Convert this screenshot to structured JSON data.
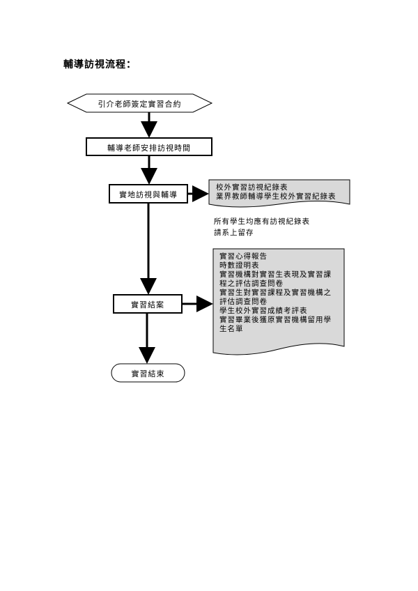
{
  "title": "輔導訪視流程：",
  "nodes": {
    "start": "引介老師簽定實習合約",
    "schedule": "輔導老師安排訪視時間",
    "visit": "實地訪視與輔導",
    "closeout": "實習結案",
    "end": "實習結束"
  },
  "doc_visit": [
    "校外實習訪視紀錄表",
    "業界教師輔導學生校外實習紀錄表"
  ],
  "note": [
    "所有學生均應有訪視紀錄表",
    "請系上留存"
  ],
  "doc_closeout": [
    "實習心得報告",
    "時數證明表",
    "實習機構對實習生表現及實習課",
    "程之評估調查問卷",
    "實習生對實習課程及實習機構之",
    "評估調查問卷",
    "學生校外實習成績考評表",
    "實習畢業後獲原實習機構留用學",
    "生名單"
  ],
  "colors": {
    "doc_fill": "#d9d9d9",
    "line": "#000000"
  }
}
